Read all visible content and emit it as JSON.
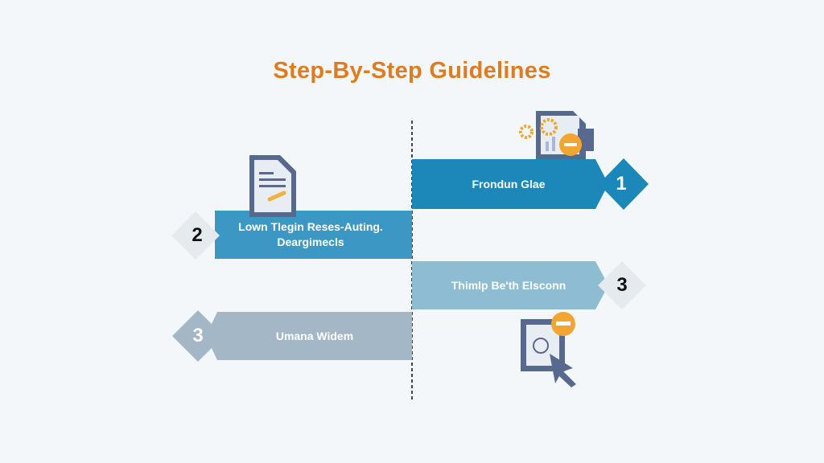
{
  "title": "Step-By-Step Guidelines",
  "steps": [
    {
      "number": "1",
      "label": "Frondun Glae",
      "side": "right",
      "color": "#1b88b9"
    },
    {
      "number": "2",
      "label": "Lown Tlegin Reses-Auting. Deargimecls",
      "side": "left",
      "color": "#3b98c5"
    },
    {
      "number": "3",
      "label": "Thimlp Be'th Elsconn",
      "side": "right",
      "color": "#8ebdd3"
    },
    {
      "number": "3",
      "label": "Umana Widem",
      "side": "left",
      "color": "#a4b7c7"
    }
  ],
  "colors": {
    "accent": "#e07b20",
    "icon": "#58698f",
    "background": "#f3f7fa"
  }
}
